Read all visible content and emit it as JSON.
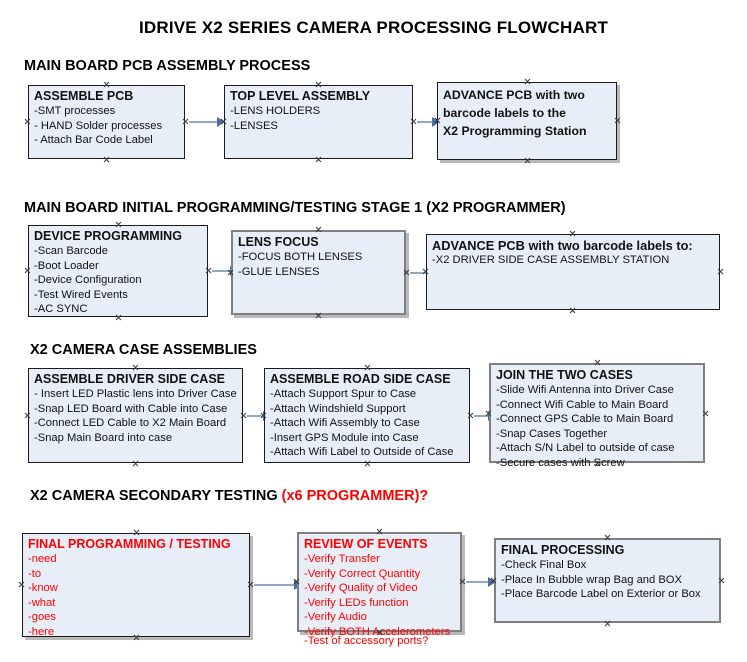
{
  "document": {
    "title": "IDRIVE X2  SERIES CAMERA PROCESSING FLOWCHART",
    "colors": {
      "box_fill": "#e8eef7",
      "box_border": "#1a1a1a",
      "box_border_gray": "#808080",
      "text": "#111111",
      "red_text": "#ff0000",
      "arrow_shaft": "#8fa8c4",
      "arrow_head": "#4a6fa5",
      "background": "#ffffff"
    }
  },
  "sections": [
    {
      "heading": "MAIN BOARD PCB ASSEMBLY PROCESS",
      "heading_red": "",
      "boxes": [
        {
          "title": "ASSEMBLE PCB",
          "lines": [
            "-SMT processes",
            "- HAND Solder processes",
            "- Attach Bar Code Label"
          ]
        },
        {
          "title": "TOP LEVEL ASSEMBLY",
          "lines": [
            "-LENS HOLDERS",
            "-LENSES"
          ]
        },
        {
          "title": "ADVANCE PCB with two",
          "lines": [
            "barcode labels to the",
            " X2 Programming Station"
          ]
        }
      ]
    },
    {
      "heading": "MAIN BOARD INITIAL PROGRAMMING/TESTING STAGE 1 (X2 PROGRAMMER)",
      "heading_red": "",
      "boxes": [
        {
          "title": "DEVICE PROGRAMMING",
          "lines": [
            "-Scan Barcode",
            "-Boot Loader",
            "-Device Configuration",
            "-Test Wired Events",
            "-AC SYNC"
          ]
        },
        {
          "title": "LENS FOCUS",
          "lines": [
            "-FOCUS BOTH LENSES",
            "-GLUE LENSES"
          ]
        },
        {
          "title": "ADVANCE PCB with two barcode labels to:",
          "lines": [
            "-X2 DRIVER  SIDE  CASE  ASSEMBLY STATION"
          ]
        }
      ]
    },
    {
      "heading": "X2 CAMERA CASE ASSEMBLIES",
      "heading_red": "",
      "boxes": [
        {
          "title": "ASSEMBLE DRIVER SIDE CASE",
          "lines": [
            "- Insert LED Plastic lens into Driver Case",
            "-Snap LED Board with Cable into Case",
            "-Connect LED Cable to X2 Main Board",
            "-Snap Main Board into case"
          ]
        },
        {
          "title": "ASSEMBLE ROAD SIDE CASE",
          "lines": [
            "-Attach Support Spur to Case",
            "-Attach Windshield Support",
            "-Attach Wifi Assembly to Case",
            "-Insert GPS Module into Case",
            "-Attach Wifi Label to Outside of Case"
          ]
        },
        {
          "title": "JOIN THE TWO CASES",
          "lines": [
            "-Slide Wifi Antenna into Driver Case",
            "-Connect Wifi Cable to Main Board",
            "-Connect GPS Cable to Main Board",
            "-Snap Cases Together",
            "-Attach S/N Label to outside of case",
            "-Secure cases with Screw"
          ]
        }
      ]
    },
    {
      "heading": "X2 CAMERA SECONDARY TESTING ",
      "heading_red": "(x6 PROGRAMMER)?",
      "boxes": [
        {
          "title": "FINAL PROGRAMMING / TESTING",
          "lines": [
            "-need",
            "-to",
            "-know",
            "-what",
            "-goes",
            "-here"
          ]
        },
        {
          "title": "REVIEW OF EVENTS",
          "lines": [
            "-Verify Transfer",
            "-Verify Correct Quantity",
            "-Verify Quality of Video",
            "-Verify LEDs function",
            "-Verify Audio",
            "-Verify BOTH Accelerometers"
          ],
          "overflow_line": "-Test of accessory ports?"
        },
        {
          "title": "FINAL PROCESSING",
          "lines": [
            " -Check Final Box",
            "-Place In Bubble wrap Bag and BOX",
            "-Place Barcode Label on Exterior or Box"
          ]
        }
      ]
    }
  ]
}
